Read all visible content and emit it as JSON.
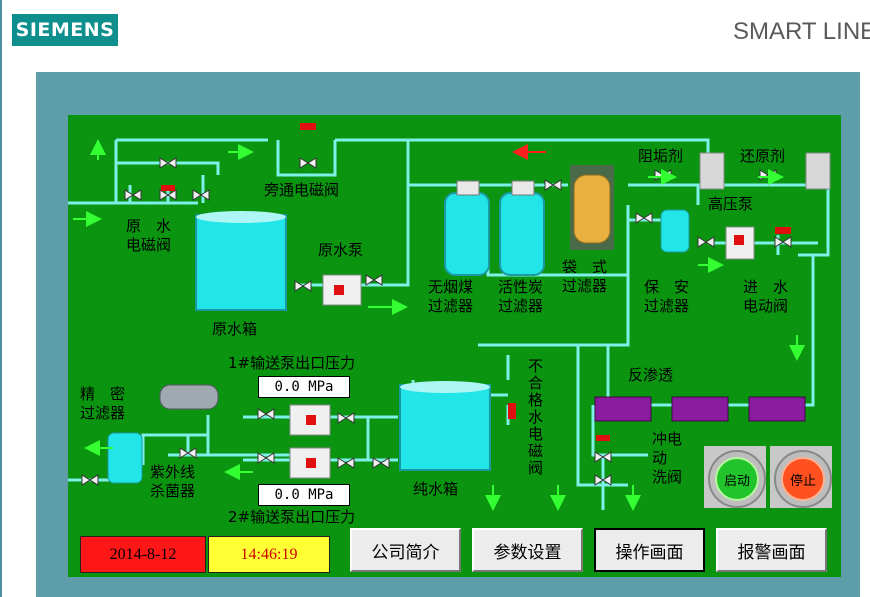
{
  "header": {
    "brand": "SIEMENS",
    "product": "SMART LINE"
  },
  "labels": {
    "bypass_valve": "旁通电磁阀",
    "raw_water_valve": "原　水\n电磁阀",
    "raw_water_pump": "原水泵",
    "raw_water_tank": "原水箱",
    "anthracite_filter": "无烟煤\n过滤器",
    "carbon_filter": "活性炭\n过滤器",
    "bag_filter": "袋　式\n过滤器",
    "antiscalant": "阻垢剂",
    "reductant": "还原剂",
    "hp_pump": "高压泵",
    "safety_filter": "保　安\n过滤器",
    "inlet_valve": "进　水\n电动阀",
    "pressure_1": "1#输送泵出口压力",
    "pressure_2": "2#输送泵出口压力",
    "precision_filter": "精　密\n过滤器",
    "uv_sterilizer": "紫外线\n杀菌器",
    "pure_tank": "纯水箱",
    "reject_valve": "不\n合\n格\n水\n电\n磁\n阀",
    "ro": "反渗透",
    "flush_valve": "冲电\n动\n洗阀"
  },
  "values": {
    "pressure_1": "0.0 MPa",
    "pressure_2": "0.0 MPa"
  },
  "status": {
    "date": "2014-8-12",
    "time": "14:46:19"
  },
  "nav": {
    "company": "公司简介",
    "params": "参数设置",
    "operation": "操作画面",
    "alarm": "报警画面"
  },
  "controls": {
    "start": "启动",
    "stop": "停止"
  },
  "colors": {
    "background": "#0a9410",
    "pipe": "#7ff0e8",
    "tank": "#22e5e8",
    "alarm": "#ff1616",
    "ro": "#8a1a9e"
  }
}
